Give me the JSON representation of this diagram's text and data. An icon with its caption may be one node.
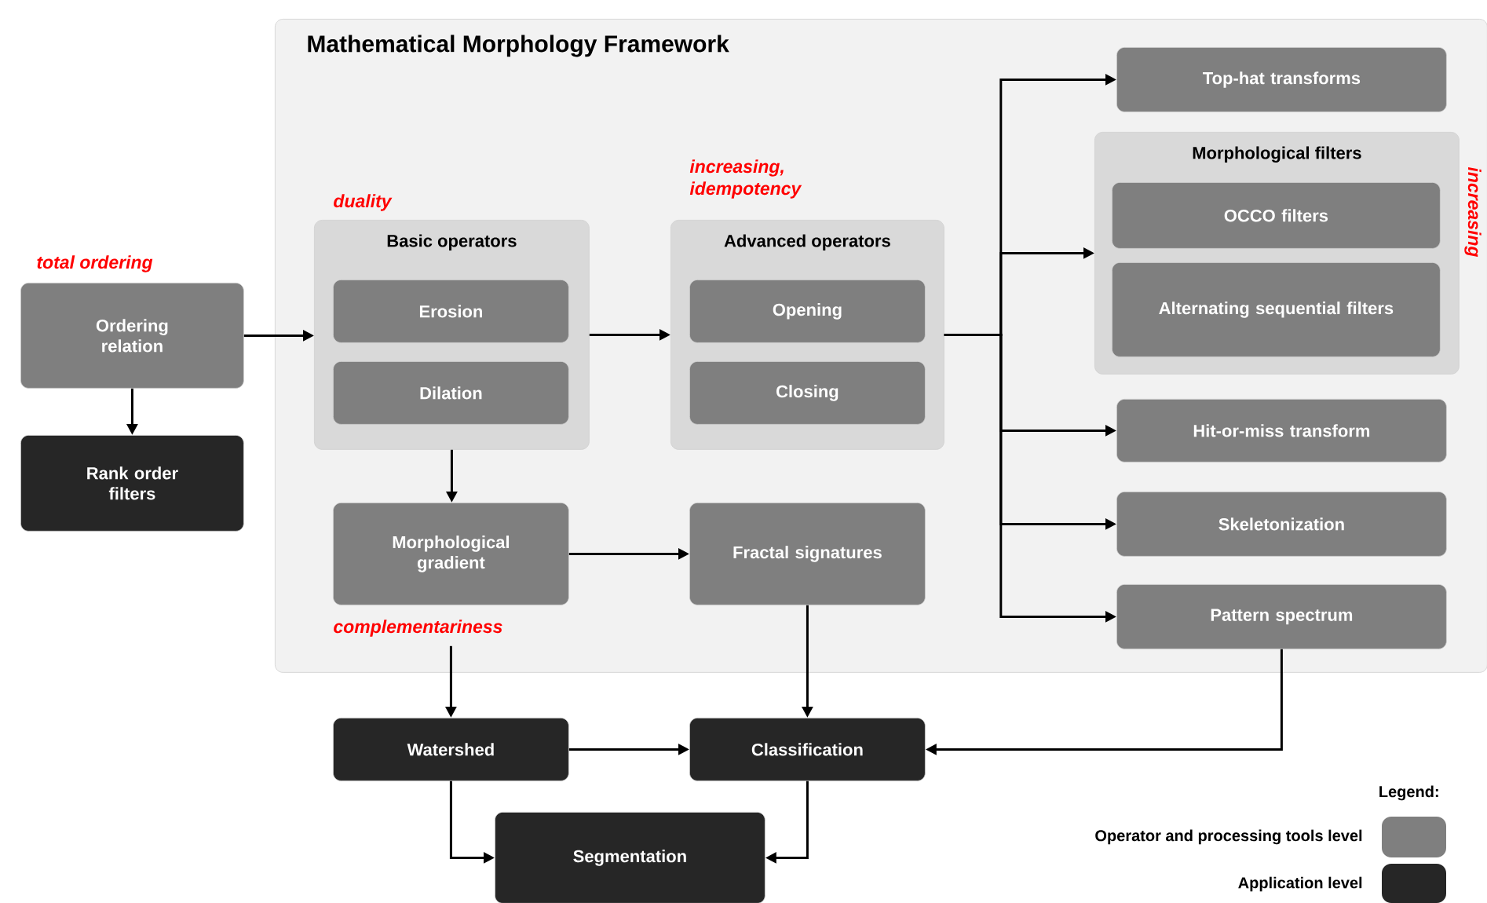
{
  "diagram": {
    "nodes": [
      {
        "text": [
          "Mathematical Morphology Framework"
        ]
      },
      {
        "text": [
          "Ordering relation"
        ],
        "beside": [
          "total ordering"
        ]
      },
      {
        "text": [
          "Rank order filters"
        ]
      },
      {
        "text": [
          "Basic operators"
        ],
        "in": 0,
        "beside": [
          "duality"
        ]
      },
      {
        "text": [
          "Erosion"
        ],
        "in": 3
      },
      {
        "text": [
          "Dilation"
        ],
        "in": 3
      },
      {
        "text": [
          "Advanced operators"
        ],
        "in": 0,
        "beside": [
          "increasing, idempotency"
        ]
      },
      {
        "text": [
          "Opening"
        ],
        "in": 6
      },
      {
        "text": [
          "Closing"
        ],
        "in": 6
      },
      {
        "text": [
          "Top-hat transforms"
        ],
        "in": 0
      },
      {
        "text": [
          "Morphological filters"
        ],
        "in": 0,
        "beside": [
          "increasing"
        ]
      },
      {
        "text": [
          "OCCO filters"
        ],
        "in": 10
      },
      {
        "text": [
          "Alternating sequential filters"
        ],
        "in": 10
      },
      {
        "text": [
          "Hit-or-miss transform"
        ],
        "in": 0
      },
      {
        "text": [
          "Skeletonization"
        ],
        "in": 0
      },
      {
        "text": [
          "Pattern spectrum"
        ],
        "in": 0
      },
      {
        "text": [
          "Morphological gradient"
        ],
        "in": 0,
        "beside": [
          "complementariness"
        ]
      },
      {
        "text": [
          "Fractal signatures"
        ],
        "in": 0
      },
      {
        "text": [
          "Watershed"
        ]
      },
      {
        "text": [
          "Classification"
        ]
      },
      {
        "text": [
          "Segmentation"
        ]
      }
    ],
    "edges": [
      {
        "from": 1,
        "to": 3,
        "arrow": "to"
      },
      {
        "from": 1,
        "to": 2,
        "arrow": "to"
      },
      {
        "from": 3,
        "to": 6,
        "arrow": "to"
      },
      {
        "from": 3,
        "to": 16,
        "arrow": "to"
      },
      {
        "from": 6,
        "to": 9,
        "arrow": "to"
      },
      {
        "from": 6,
        "to": 10,
        "arrow": "to"
      },
      {
        "from": 6,
        "to": 13,
        "arrow": "to"
      },
      {
        "from": 6,
        "to": 14,
        "arrow": "to"
      },
      {
        "from": 6,
        "to": 15,
        "arrow": "to"
      },
      {
        "from": 16,
        "to": 17,
        "arrow": "to"
      },
      {
        "from": 16,
        "to": 18,
        "arrow": "to"
      },
      {
        "from": 17,
        "to": 19,
        "arrow": "to"
      },
      {
        "from": 15,
        "to": 19,
        "arrow": "to"
      },
      {
        "from": 18,
        "to": 19,
        "arrow": "to"
      },
      {
        "from": 18,
        "to": 20,
        "arrow": "to"
      },
      {
        "from": 19,
        "to": 20,
        "arrow": "to"
      }
    ],
    "labels": [
      "Legend:"
    ],
    "legend": [
      {
        "text": "Operator and processing tools level",
        "color": "#7f7f7f"
      },
      {
        "text": "Application level",
        "color": "#262626"
      }
    ]
  }
}
